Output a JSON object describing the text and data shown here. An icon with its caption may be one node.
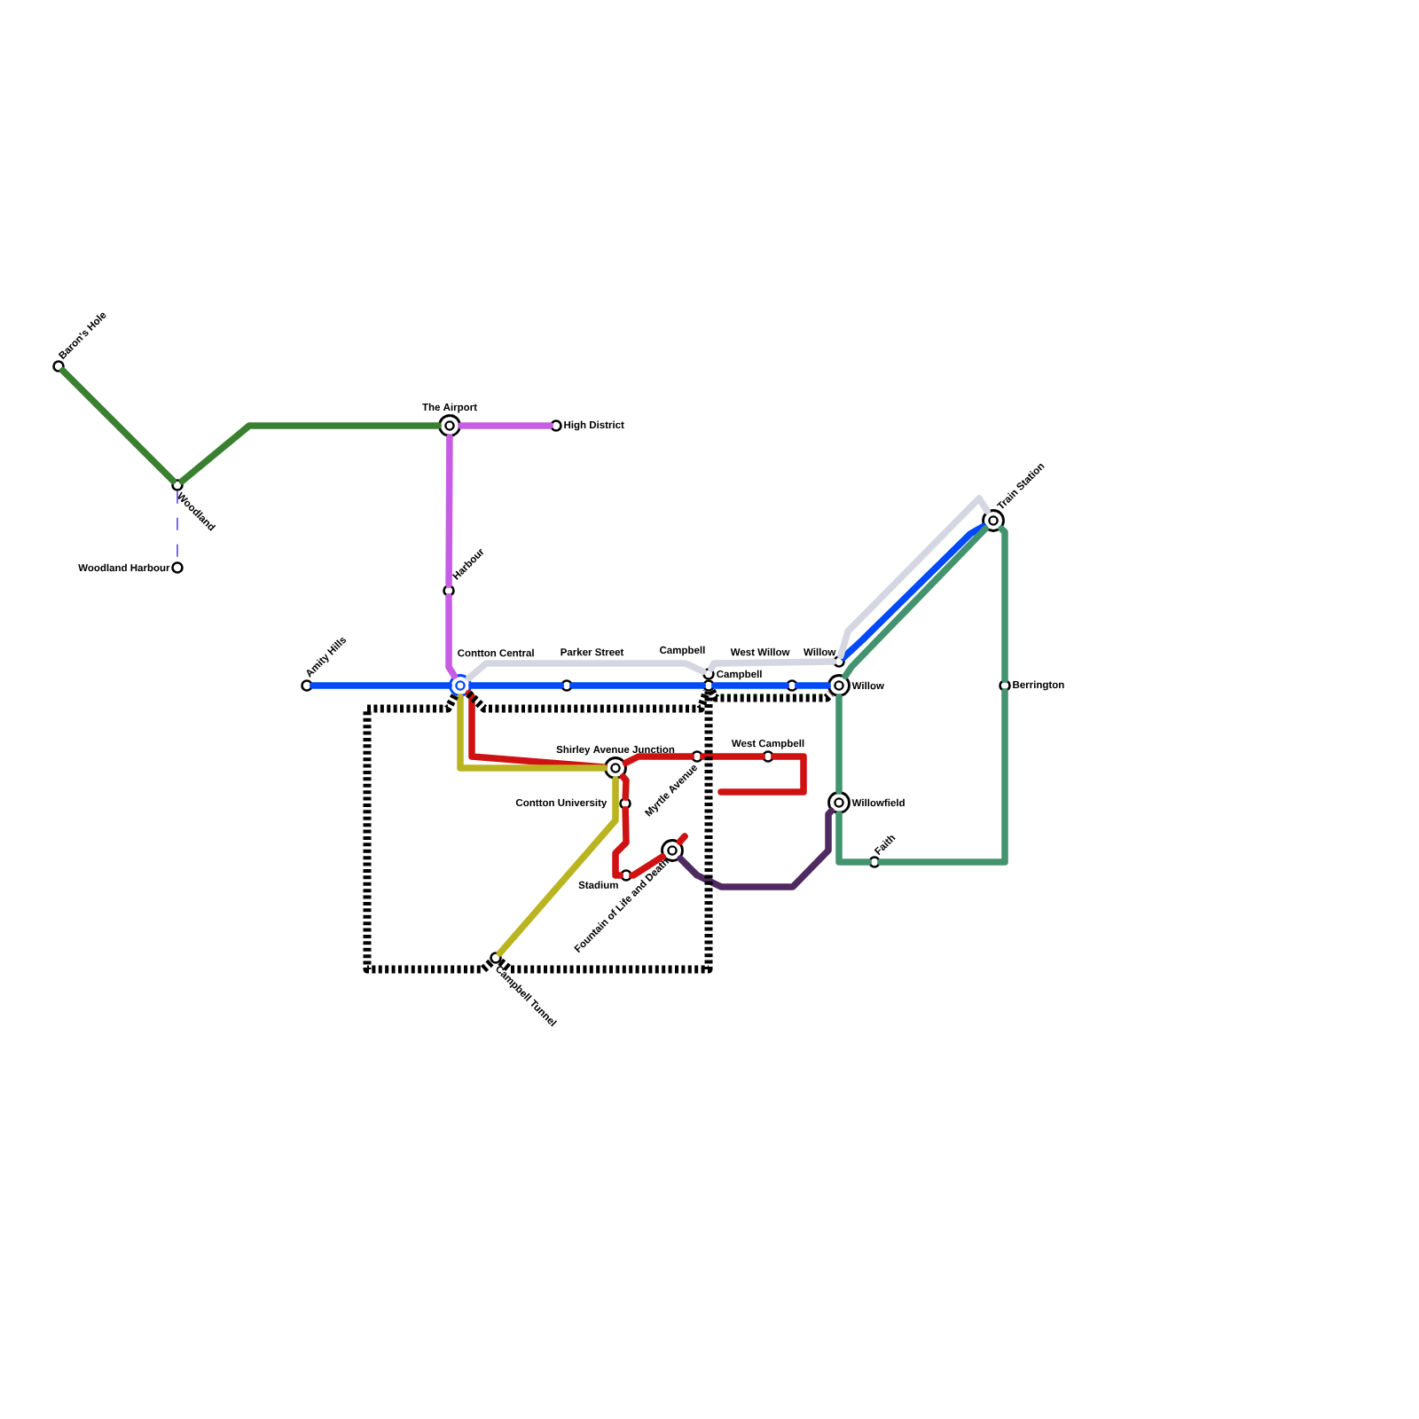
{
  "diagram": {
    "nodes": [
      {
        "text": [
          "Baron's Hole"
        ]
      },
      {
        "text": [
          "Woodland"
        ]
      },
      {
        "text": [
          "Woodland Harbour"
        ]
      },
      {
        "text": [
          "The Airport"
        ]
      },
      {
        "text": [
          "High District"
        ]
      },
      {
        "text": [
          "Harbour"
        ]
      },
      {
        "text": [
          "Amity Hills"
        ]
      },
      {
        "text": [
          "Contton Central"
        ]
      },
      {
        "text": [
          "Parker Street"
        ]
      },
      {
        "text": [
          "Campbell"
        ]
      },
      {
        "text": [
          "Campbell"
        ]
      },
      {
        "text": [
          "West Willow"
        ]
      },
      {
        "text": [
          "Willow"
        ]
      },
      {
        "text": [
          "Willow"
        ]
      },
      {
        "text": [
          "Train Station"
        ]
      },
      {
        "text": [
          "Berrington"
        ]
      },
      {
        "text": [
          "Shirley Avenue Junction"
        ]
      },
      {
        "text": [
          "Myrtle Avenue"
        ]
      },
      {
        "text": [
          "West Campbell"
        ]
      },
      {
        "text": [
          "Contton University"
        ]
      },
      {
        "text": [
          "Fountain of Life and Death"
        ]
      },
      {
        "text": [
          "Stadium"
        ]
      },
      {
        "text": [
          "Willowfield"
        ]
      },
      {
        "text": [
          "Faith"
        ]
      },
      {
        "text": [
          "Campbell Tunnel"
        ]
      }
    ],
    "edges": [
      {
        "from": 0,
        "to": 1,
        "arrow": "none",
        "color": "#3a8031"
      },
      {
        "from": 1,
        "to": 3,
        "arrow": "none",
        "color": "#3a8031"
      },
      {
        "from": 1,
        "to": 2,
        "arrow": "none",
        "style": "dashed",
        "color": "#5b45e0"
      },
      {
        "from": 3,
        "to": 4,
        "arrow": "none",
        "color": "#c75de3"
      },
      {
        "from": 3,
        "to": 5,
        "arrow": "none",
        "color": "#c75de3"
      },
      {
        "from": 5,
        "to": 7,
        "arrow": "none",
        "color": "#c75de3"
      },
      {
        "from": 6,
        "to": 7,
        "arrow": "none",
        "color": "#0049ff"
      },
      {
        "from": 7,
        "to": 8,
        "arrow": "none",
        "color": "#0049ff"
      },
      {
        "from": 8,
        "to": 10,
        "arrow": "none",
        "color": "#0049ff"
      },
      {
        "from": 10,
        "to": 11,
        "arrow": "none",
        "color": "#0049ff"
      },
      {
        "from": 11,
        "to": 13,
        "arrow": "none",
        "color": "#0049ff"
      },
      {
        "from": 12,
        "to": 14,
        "arrow": "none",
        "color": "#0049ff"
      },
      {
        "from": 7,
        "to": 9,
        "arrow": "none",
        "color": "#d4d7e1"
      },
      {
        "from": 9,
        "to": 12,
        "arrow": "none",
        "color": "#d4d7e1"
      },
      {
        "from": 12,
        "to": 14,
        "arrow": "none",
        "color": "#d4d7e1"
      },
      {
        "from": 14,
        "to": 13,
        "arrow": "none",
        "color": "#43936f"
      },
      {
        "from": 13,
        "to": 22,
        "arrow": "none",
        "color": "#43936f"
      },
      {
        "from": 22,
        "to": 23,
        "arrow": "none",
        "color": "#43936f"
      },
      {
        "from": 23,
        "to": 15,
        "arrow": "none",
        "color": "#43936f"
      },
      {
        "from": 15,
        "to": 14,
        "arrow": "none",
        "color": "#43936f"
      },
      {
        "from": 7,
        "to": 16,
        "arrow": "none",
        "color": "#cf1111"
      },
      {
        "from": 16,
        "to": 17,
        "arrow": "none",
        "color": "#cf1111"
      },
      {
        "from": 17,
        "to": 18,
        "arrow": "none",
        "color": "#cf1111"
      },
      {
        "from": 18,
        "to": null,
        "arrow": "none",
        "color": "#cf1111"
      },
      {
        "from": 16,
        "to": 19,
        "arrow": "none",
        "color": "#cf1111"
      },
      {
        "from": 19,
        "to": 21,
        "arrow": "none",
        "color": "#cf1111"
      },
      {
        "from": 21,
        "to": 20,
        "arrow": "none",
        "color": "#cf1111"
      },
      {
        "from": 20,
        "to": null,
        "arrow": "none",
        "color": "#cf1111"
      },
      {
        "from": 7,
        "to": 16,
        "arrow": "none",
        "color": "#b9b420"
      },
      {
        "from": 16,
        "to": 24,
        "arrow": "none",
        "color": "#b9b420"
      },
      {
        "from": 20,
        "to": 22,
        "arrow": "none",
        "color": "#4f2a60"
      },
      {
        "from": 7,
        "to": 24,
        "arrow": "none",
        "style": "dashed",
        "color": "#000000"
      },
      {
        "from": 24,
        "to": 10,
        "arrow": "none",
        "style": "dashed",
        "color": "#000000"
      },
      {
        "from": 7,
        "to": 10,
        "arrow": "none",
        "style": "dashed",
        "color": "#000000"
      },
      {
        "from": 10,
        "to": 13,
        "arrow": "none",
        "style": "dashed",
        "color": "#000000"
      }
    ]
  }
}
